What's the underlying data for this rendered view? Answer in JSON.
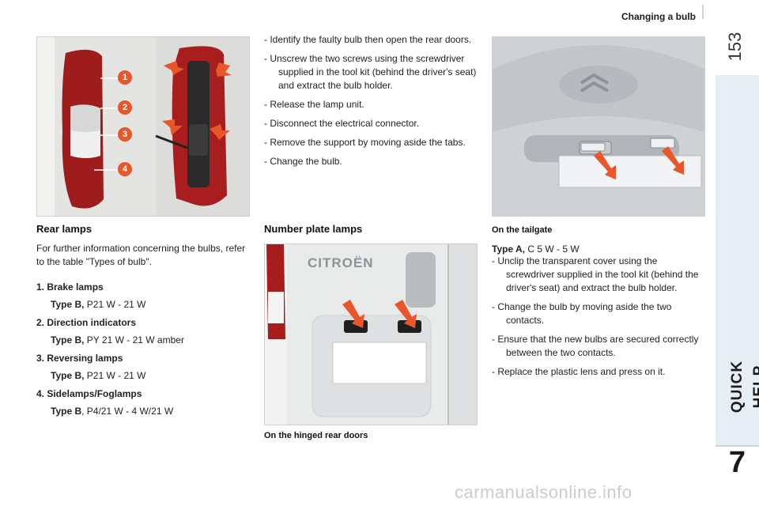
{
  "header": {
    "title": "Changing a bulb",
    "page_number": "153"
  },
  "side_tab": {
    "label": "QUICK HELP",
    "chapter": "7"
  },
  "rear_lamps": {
    "title": "Rear lamps",
    "intro": "For further information concerning the bulbs, refer to the table \"Types of bulb\".",
    "photo_callouts": [
      "1",
      "2",
      "3",
      "4"
    ],
    "items": [
      {
        "label": "1.  Brake lamps",
        "type_label": "Type B,",
        "type_value": " P21 W - 21 W"
      },
      {
        "label": "2.  Direction indicators",
        "type_label": "Type B,",
        "type_value": " PY 21 W - 21 W amber"
      },
      {
        "label": "3.  Reversing lamps",
        "type_label": "Type B,",
        "type_value": " P21 W - 21 W"
      },
      {
        "label": "4.  Sidelamps/Foglamps",
        "type_label": "Type B",
        "type_value": ", P4/21 W - 4 W/21 W"
      }
    ]
  },
  "steps_rear": [
    "-  Identify the faulty bulb then open the rear doors.",
    "-  Unscrew the two screws using the screwdriver supplied in the tool kit (behind the driver's seat) and extract the bulb holder.",
    "-  Release the lamp unit.",
    "-  Disconnect the electrical connector.",
    "-  Remove the support by moving aside the tabs.",
    "-  Change the bulb."
  ],
  "number_plate": {
    "title": "Number plate lamps",
    "photo_brand": "CITROËN",
    "caption_doors": "On the hinged rear doors",
    "caption_tailgate": "On the tailgate",
    "type_label": "Type A,",
    "type_value": " C 5 W - 5 W",
    "steps": [
      "-  Unclip the transparent cover using the screwdriver supplied in the tool kit (behind the driver's seat) and extract the bulb holder.",
      "-  Change the bulb by moving aside the two contacts.",
      "-  Ensure that the new bulbs are secured correctly between the two contacts.",
      "-  Replace the plastic lens and press on it."
    ]
  },
  "watermark": "carmanualsonline.info",
  "colors": {
    "accent_orange": "#e8562a",
    "tab_bg": "#e7edf5"
  }
}
